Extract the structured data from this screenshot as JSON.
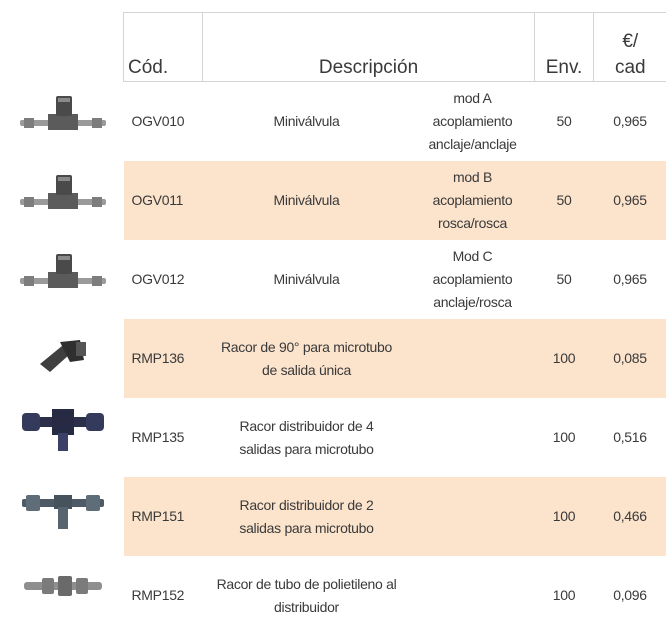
{
  "header": {
    "code": "Cód.",
    "description": "Descripción",
    "pack": "Env.",
    "price_line1": "€/",
    "price_line2": "cad"
  },
  "rows": [
    {
      "code": "OGV010",
      "desc": "Miniválvula",
      "variant": [
        "mod A",
        "acoplamiento",
        "anclaje/anclaje"
      ],
      "pack": "50",
      "price": "0,965",
      "icon": "mini-valve-icon",
      "highlight": false
    },
    {
      "code": "OGV011",
      "desc": "Miniválvula",
      "variant": [
        "mod B",
        "acoplamiento",
        "rosca/rosca"
      ],
      "pack": "50",
      "price": "0,965",
      "icon": "mini-valve-icon",
      "highlight": true
    },
    {
      "code": "OGV012",
      "desc": "Miniválvula",
      "variant": [
        "Mod C",
        "acoplamiento",
        "anclaje/rosca"
      ],
      "pack": "50",
      "price": "0,965",
      "icon": "mini-valve-icon",
      "highlight": false
    },
    {
      "code": "RMP136",
      "desc_lines": [
        "Racor de 90° para microtubo",
        "de salida única"
      ],
      "pack": "100",
      "price": "0,085",
      "icon": "elbow-connector-icon",
      "highlight": true
    },
    {
      "code": "RMP135",
      "desc_lines": [
        "Racor distribuidor de 4",
        "salidas para microtubo"
      ],
      "pack": "100",
      "price": "0,516",
      "icon": "four-way-distributor-icon",
      "highlight": false
    },
    {
      "code": "RMP151",
      "desc_lines": [
        "Racor distribuidor de 2",
        "salidas para microtubo"
      ],
      "pack": "100",
      "price": "0,466",
      "icon": "two-way-distributor-icon",
      "highlight": true
    },
    {
      "code": "RMP152",
      "desc_lines": [
        "Racor de tubo de polietileno al",
        "distribuidor"
      ],
      "pack": "100",
      "price": "0,096",
      "icon": "polyethylene-tube-connector-icon",
      "highlight": false
    }
  ]
}
